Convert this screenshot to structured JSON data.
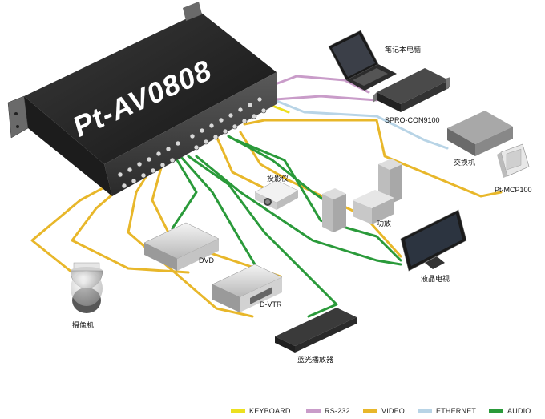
{
  "device": {
    "name": "Pt-AV0808"
  },
  "labels": {
    "laptop": "笔记本电脑",
    "spro": "SPRO-CON9100",
    "switch": "交换机",
    "panel": "Pt-MCP100",
    "projector": "投影仪",
    "amplifier": "功放",
    "tv": "液晶电视",
    "dvd": "DVD",
    "dvtr": "D-VTR",
    "camera": "摄像机",
    "bluray": "蓝光播放器"
  },
  "legend": [
    {
      "label": "KEYBOARD",
      "color": "#ece020"
    },
    {
      "label": "RS-232",
      "color": "#c99cc9"
    },
    {
      "label": "VIDEO",
      "color": "#e8b72a"
    },
    {
      "label": "ETHERNET",
      "color": "#b8d4e6"
    },
    {
      "label": "AUDIO",
      "color": "#2a9a3a"
    }
  ],
  "colors": {
    "video": "#e8b72a",
    "audio": "#2a9a3a",
    "rs232": "#c99cc9",
    "ethernet": "#b8d4e6",
    "keyboard": "#ece020"
  }
}
